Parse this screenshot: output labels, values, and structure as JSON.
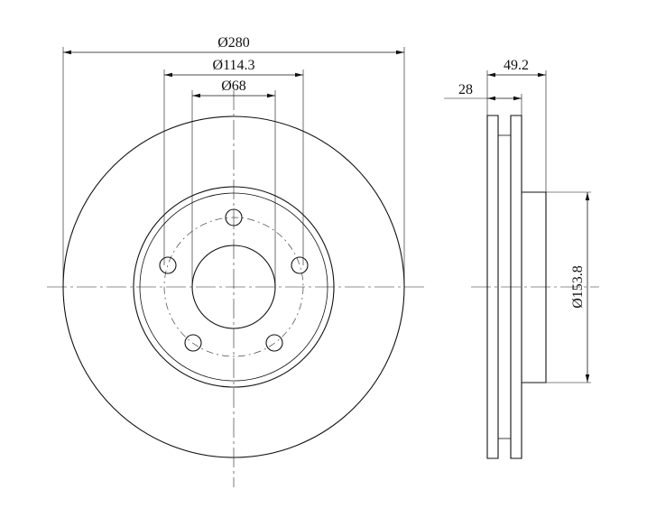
{
  "drawing": {
    "dimensions": {
      "outer_diameter": "Ø280",
      "bolt_circle": "Ø114.3",
      "center_bore": "Ø68",
      "hub_diameter": "Ø153.8",
      "disc_thickness": "28",
      "overall_height": "49.2"
    },
    "colors": {
      "line": "#111111",
      "background": "#ffffff"
    }
  }
}
